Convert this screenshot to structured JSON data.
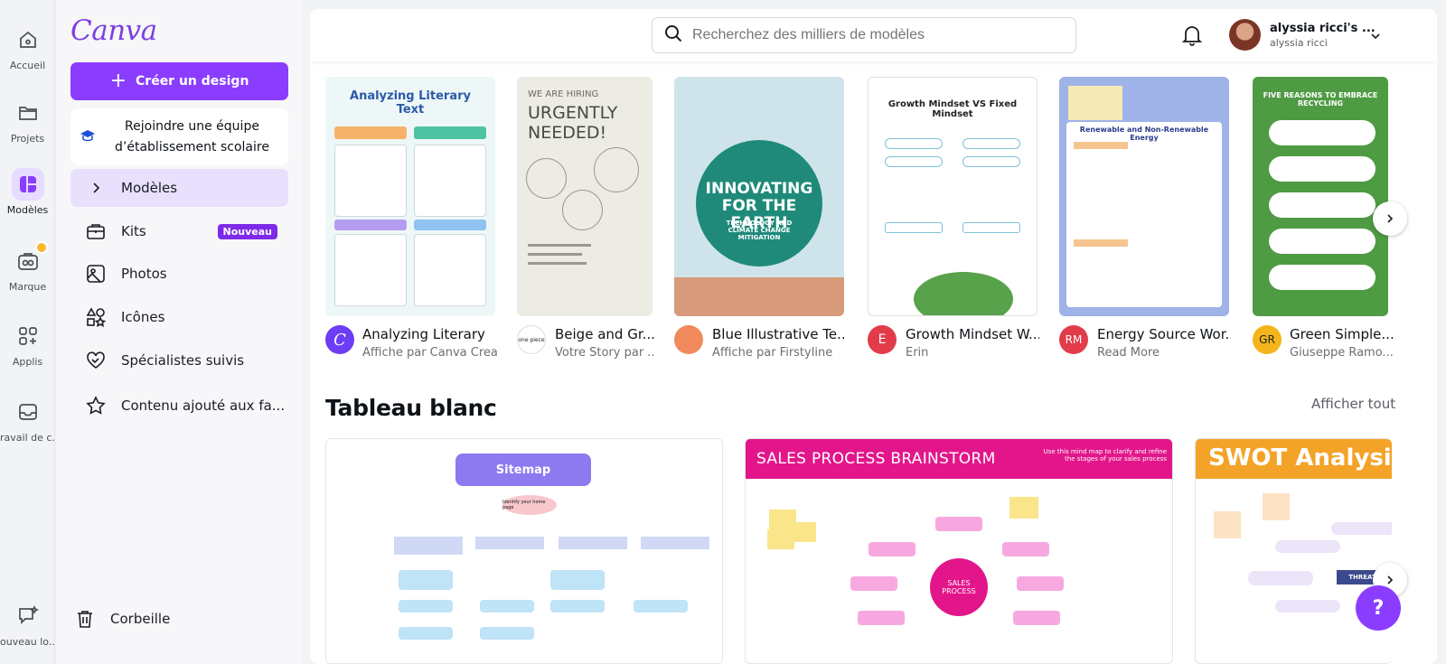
{
  "rail": {
    "items": [
      {
        "label": "Accueil",
        "icon": "home-icon"
      },
      {
        "label": "Projets",
        "icon": "folder-icon"
      },
      {
        "label": "Modèles",
        "icon": "templates-icon"
      },
      {
        "label": "Marque",
        "icon": "brand-icon"
      },
      {
        "label": "Applis",
        "icon": "apps-icon"
      },
      {
        "label": "ravail de c...",
        "icon": "inbox-icon"
      },
      {
        "label": "ouveau lo...",
        "icon": "sparkle-chat-icon"
      }
    ]
  },
  "panel": {
    "logo": "Canva",
    "create_button": "Créer un design",
    "join_card_line1": "Rejoindre une équipe",
    "join_card_line2": "d’établissement scolaire",
    "nav": [
      {
        "label": "Modèles",
        "icon": "chevron-right-icon"
      },
      {
        "label": "Kits",
        "icon": "briefcase-icon",
        "badge": "Nouveau"
      },
      {
        "label": "Photos",
        "icon": "image-icon"
      },
      {
        "label": "Icônes",
        "icon": "shapes-icon"
      },
      {
        "label": "Spécialistes suivis",
        "icon": "heart-icon"
      },
      {
        "label": "Contenu ajouté aux fa...",
        "icon": "star-icon"
      }
    ],
    "trash": "Corbeille"
  },
  "topbar": {
    "search_placeholder": "Recherchez des milliers de modèles",
    "user_name": "alyssia ricci's ...",
    "user_sub": "alyssia ricci"
  },
  "templates": [
    {
      "title": "Analyzing Literary ...",
      "author": "Affiche par Canva Crea...",
      "avatar_text": "C",
      "avatar_color": "#6d3cf5",
      "thumb_heading": "Analyzing Literary Text",
      "thumb_bg": "#eef7f8"
    },
    {
      "title": "Beige and Gr...",
      "author": "Votre Story par ...",
      "avatar_text": "one piece",
      "avatar_color": "#ffffff",
      "thumb_heading": "URGENTLY NEEDED!",
      "thumb_kicker": "WE ARE HIRING",
      "thumb_bg": "#ecebe4"
    },
    {
      "title": "Blue Illustrative Te...",
      "author": "Affiche par Firstyline",
      "avatar_text": "",
      "avatar_color": "#f08a5d",
      "thumb_heading": "INNOVATING FOR THE EARTH",
      "thumb_sub": "TECHNOLOGY AND CLIMATE CHANGE MITIGATION",
      "thumb_bg": "#cfe4ea"
    },
    {
      "title": "Growth Mindset W...",
      "author": "Erin",
      "avatar_text": "E",
      "avatar_color": "#e23b4a",
      "thumb_heading": "Growth Mindset VS Fixed Mindset",
      "thumb_bg": "#ffffff"
    },
    {
      "title": "Energy Source Wor...",
      "author": "Read More",
      "avatar_text": "RM",
      "avatar_color": "#e23b4a",
      "thumb_heading": "Renewable and Non-Renewable Energy",
      "thumb_bg": "#9fb3e8"
    },
    {
      "title": "Green Simple...",
      "author": "Giuseppe Ramo...",
      "avatar_text": "GR",
      "avatar_color": "#f3b51b",
      "thumb_heading": "FIVE REASONS TO EMBRACE RECYCLING",
      "thumb_bg": "#4f9b44"
    }
  ],
  "whiteboard": {
    "title": "Tableau blanc",
    "see_all": "Afficher tout",
    "cards": [
      {
        "heading": "Sitemap",
        "sub": "Identify your home page"
      },
      {
        "heading": "SALES PROCESS BRAINSTORM",
        "sub": "Use this mind map to clarify and refine the stages of your sales process",
        "center": "SALES PROCESS"
      },
      {
        "heading": "SWOT Analysis",
        "sub": "THREATS"
      }
    ]
  },
  "help_label": "?"
}
